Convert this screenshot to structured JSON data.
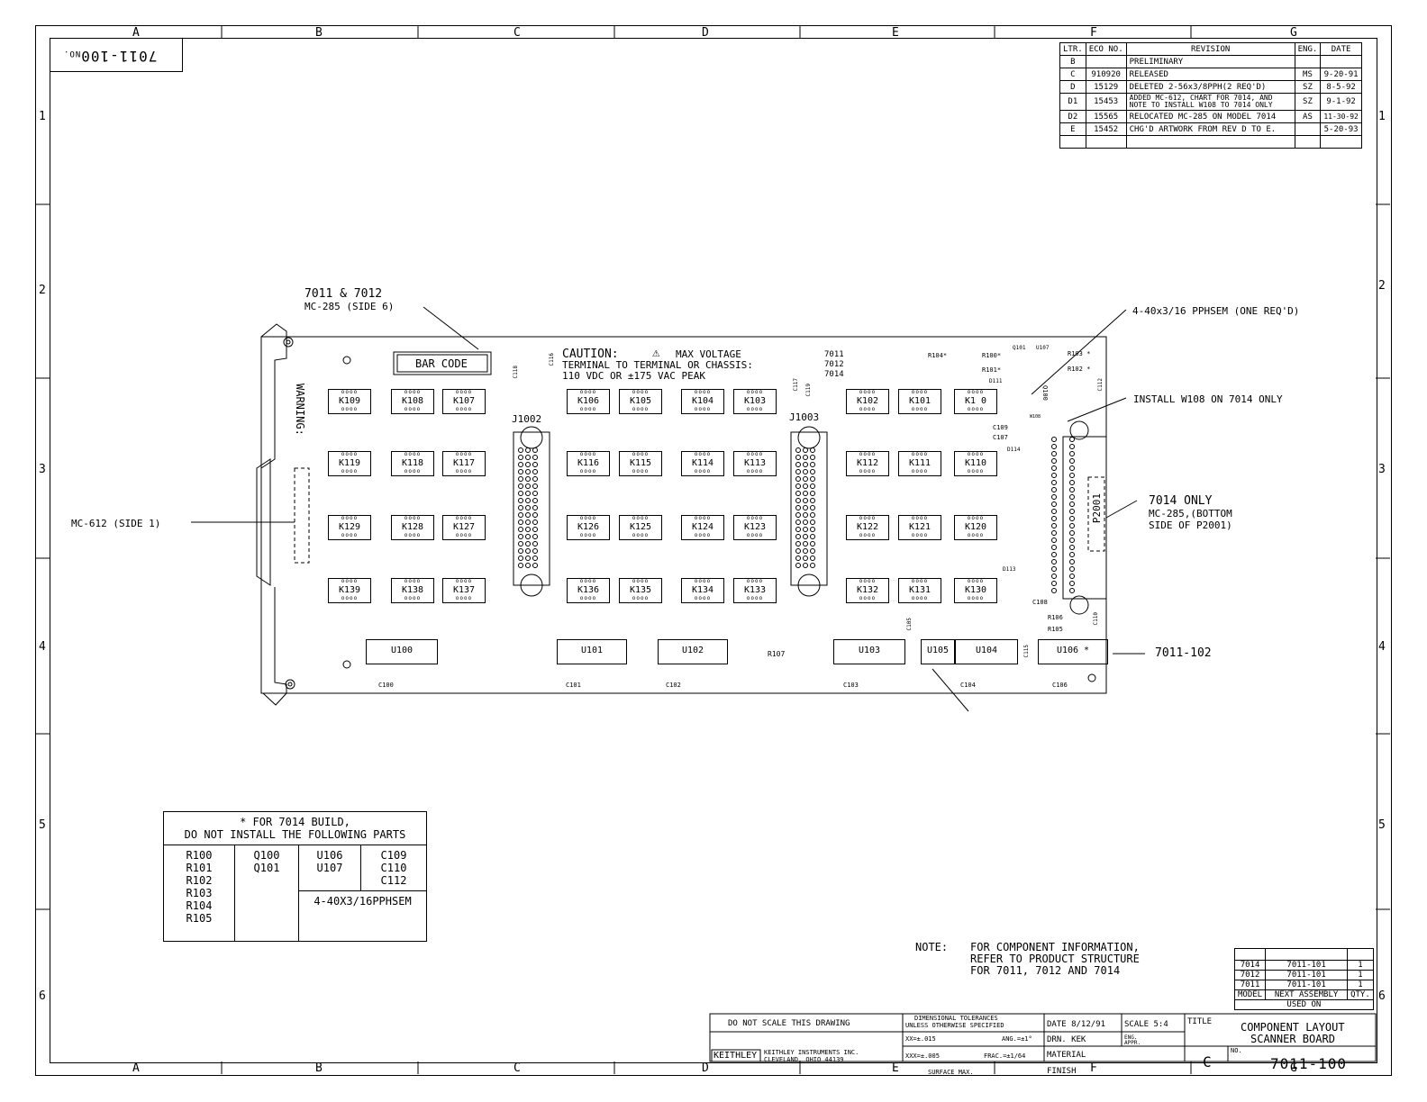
{
  "drawing": {
    "number_rotated": "7011-100",
    "number_prefix": "NO.",
    "grid_columns": [
      "A",
      "B",
      "C",
      "D",
      "E",
      "F",
      "G"
    ],
    "grid_rows": [
      "1",
      "2",
      "3",
      "4",
      "5",
      "6"
    ]
  },
  "revisions": {
    "headers": [
      "LTR.",
      "ECO NO.",
      "REVISION",
      "ENG.",
      "DATE"
    ],
    "rows": [
      [
        "B",
        "",
        "PRELIMINARY",
        "",
        ""
      ],
      [
        "C",
        "910920",
        "RELEASED",
        "MS",
        "9-20-91"
      ],
      [
        "D",
        "15129",
        "DELETED 2-56x3/8PPH(2 REQ'D)",
        "SZ",
        "8-5-92"
      ],
      [
        "D1",
        "15453",
        "ADDED MC-612, CHART FOR 7014, AND NOTE TO INSTALL W108 TO 7014 ONLY",
        "SZ",
        "9-1-92"
      ],
      [
        "D2",
        "15565",
        "RELOCATED MC-285 ON MODEL 7014",
        "AS",
        "11-30-92"
      ],
      [
        "E",
        "15452",
        "CHG'D ARTWORK FROM REV D TO E.",
        "",
        "5-20-93"
      ]
    ]
  },
  "callouts": {
    "mc285_side6_l1": "7011 & 7012",
    "mc285_side6_l2": "MC-285 (SIDE 6)",
    "screw": "4-40x3/16 PPHSEM (ONE REQ'D)",
    "w108": "INSTALL W108 ON 7014 ONLY",
    "mc612": "MC-612 (SIDE 1)",
    "p2001_l1": "7014 ONLY",
    "p2001_l2": "MC-285,(BOTTOM",
    "p2001_l3": "SIDE OF P2001)",
    "assembly": "7011-102"
  },
  "board": {
    "bar_code": "BAR CODE",
    "caution_l1": "CAUTION:",
    "caution_max": "MAX VOLTAGE",
    "caution_l2": "TERMINAL TO TERMINAL OR CHASSIS:",
    "caution_l3": "110 VDC OR ±175 VAC PEAK",
    "warning": "WARNING:",
    "models": [
      "7011",
      "7012",
      "7014"
    ],
    "connectors": [
      "J1002",
      "J1003"
    ],
    "p2001": "P2001",
    "relays_row1": [
      "K109",
      "K108",
      "K107",
      "K106",
      "K105",
      "K104",
      "K103",
      "K102",
      "K101",
      "K1 0"
    ],
    "relays_row2": [
      "K119",
      "K118",
      "K117",
      "K116",
      "K115",
      "K114",
      "K113",
      "K112",
      "K111",
      "K110"
    ],
    "relays_row3": [
      "K129",
      "K128",
      "K127",
      "K126",
      "K125",
      "K124",
      "K123",
      "K122",
      "K121",
      "K120"
    ],
    "relays_row4": [
      "K139",
      "K138",
      "K137",
      "K136",
      "K135",
      "K134",
      "K133",
      "K132",
      "K131",
      "K130"
    ],
    "ics": [
      "U100",
      "U101",
      "U102",
      "U103",
      "U105",
      "U104",
      "U106 *"
    ],
    "caps_bottom": [
      "C100",
      "C101",
      "C102",
      "C103",
      "C104",
      "C106"
    ],
    "r107": "R107",
    "small_labels": [
      "R104*",
      "R100*",
      "R101*",
      "R103 *",
      "R102 *",
      "Q101",
      "U107",
      "D111",
      "Q100",
      "W108",
      "C109",
      "C107",
      "D114",
      "D113",
      "C108",
      "R106",
      "R105",
      "C105",
      "C115",
      "C110",
      "C112",
      "C118",
      "C116",
      "C117",
      "C119"
    ]
  },
  "build_note": {
    "header_l1": "* FOR 7014 BUILD,",
    "header_l2": "DO NOT INSTALL THE FOLLOWING PARTS",
    "col_r": [
      "R100",
      "R101",
      "R102",
      "R103",
      "R104",
      "R105"
    ],
    "col_q": [
      "Q100",
      "Q101"
    ],
    "col_u": [
      "U106",
      "U107"
    ],
    "col_c": [
      "C109",
      "C110",
      "C112"
    ],
    "hardware": "4-40X3/16PPHSEM"
  },
  "note": {
    "label": "NOTE:",
    "l1": "FOR COMPONENT INFORMATION,",
    "l2": "REFER TO PRODUCT STRUCTURE",
    "l3": "FOR 7011, 7012 AND 7014"
  },
  "used_on": {
    "rows": [
      [
        "7014",
        "7011-101",
        "1"
      ],
      [
        "7012",
        "7011-101",
        "1"
      ],
      [
        "7011",
        "7011-101",
        "1"
      ]
    ],
    "headers": [
      "MODEL",
      "NEXT ASSEMBLY",
      "QTY."
    ],
    "footer": "USED ON"
  },
  "title_block": {
    "do_not_scale": "DO NOT SCALE THIS DRAWING",
    "tol_l1": "DIMENSIONAL TOLERANCES",
    "tol_l2": "UNLESS OTHERWISE SPECIFIED",
    "xx": "XX=±.015",
    "ang": "ANG.=±1°",
    "xxx": "XXX=±.005",
    "frac": "FRAC.=±1/64",
    "surface": "SURFACE MAX.",
    "date": "DATE 8/12/91",
    "scale": "SCALE 5:4",
    "drn": "DRN. KEK",
    "eng_appr": "ENG. APPR.",
    "material": "MATERIAL",
    "finish": "FINISH",
    "title_lbl": "TITLE",
    "title_l1": "COMPONENT LAYOUT",
    "title_l2": "SCANNER BOARD",
    "size": "C",
    "no_lbl": "NO.",
    "number": "7011-100",
    "logo": "KEITHLEY",
    "company_l1": "KEITHLEY INSTRUMENTS INC.",
    "company_l2": "CLEVELAND, OHIO 44139"
  }
}
